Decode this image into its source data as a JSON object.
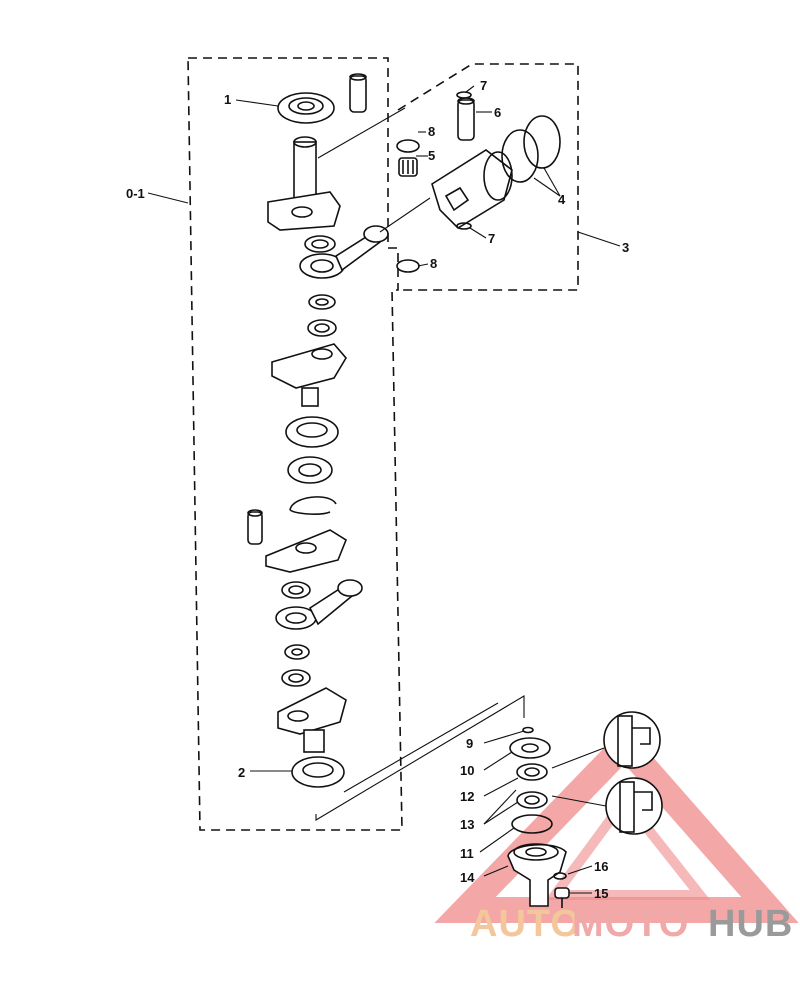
{
  "diagram": {
    "callouts": {
      "group": "0-1",
      "part1": "1",
      "part2": "2",
      "part3": "3",
      "part4": "4",
      "part5": "5",
      "part6": "6",
      "part7a": "7",
      "part7b": "7",
      "part8a": "8",
      "part8b": "8",
      "part9": "9",
      "part10": "10",
      "part11": "11",
      "part12": "12",
      "part13": "13",
      "part14": "14",
      "part15": "15",
      "part16": "16"
    }
  },
  "watermark": {
    "part_a": "AUTO",
    "part_b": "MOTO",
    "part_c": "HUB",
    "colors": {
      "auto": "#f3c79b",
      "moto": "#f0a9a9",
      "hub": "#9a9a9a",
      "triangle": "#f08a8a"
    }
  }
}
